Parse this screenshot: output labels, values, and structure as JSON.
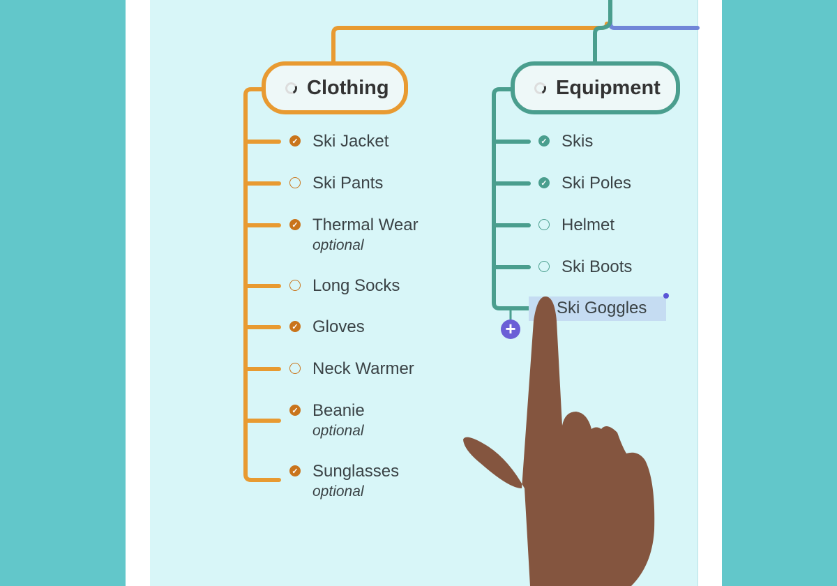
{
  "colors": {
    "clothing": "#E89A31",
    "equipment": "#4A9E8E",
    "root_link": "#7186D8",
    "check_clothing": "#C9741B",
    "check_equipment": "#4A9E8E"
  },
  "clothing": {
    "title": "Clothing",
    "items": [
      {
        "label": "Ski Jacket",
        "checked": true,
        "note": ""
      },
      {
        "label": "Ski Pants",
        "checked": false,
        "note": ""
      },
      {
        "label": "Thermal Wear",
        "checked": true,
        "note": "optional"
      },
      {
        "label": "Long Socks",
        "checked": false,
        "note": ""
      },
      {
        "label": "Gloves",
        "checked": true,
        "note": ""
      },
      {
        "label": "Neck Warmer",
        "checked": false,
        "note": ""
      },
      {
        "label": "Beanie",
        "checked": true,
        "note": "optional"
      },
      {
        "label": "Sunglasses",
        "checked": true,
        "note": "optional"
      }
    ]
  },
  "equipment": {
    "title": "Equipment",
    "items": [
      {
        "label": "Skis",
        "checked": true,
        "note": ""
      },
      {
        "label": "Ski Poles",
        "checked": true,
        "note": ""
      },
      {
        "label": "Helmet",
        "checked": false,
        "note": ""
      },
      {
        "label": "Ski Boots",
        "checked": false,
        "note": ""
      },
      {
        "label": "Ski Goggles",
        "checked": null,
        "note": "",
        "selected": true
      }
    ]
  },
  "add_icon": "+",
  "check_glyph": "✓"
}
